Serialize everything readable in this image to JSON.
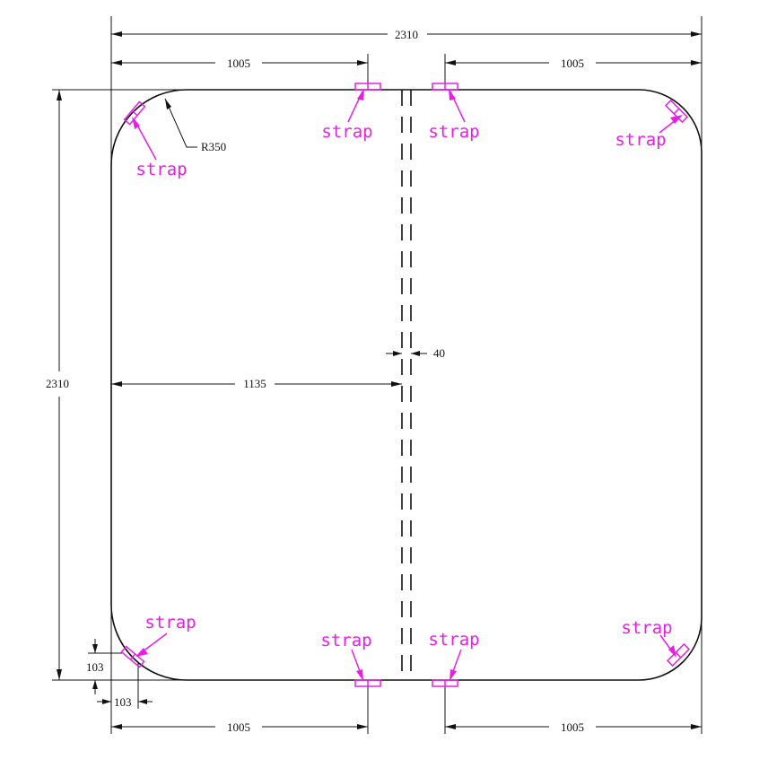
{
  "dimensions": {
    "overall_width": "2310",
    "overall_height": "2310",
    "top_left_span": "1005",
    "top_right_span": "1005",
    "bottom_left_span": "1005",
    "bottom_right_span": "1005",
    "seam_offset": "1135",
    "seam_gap": "40",
    "corner_radius": "R350",
    "strap_offset_vertical": "103",
    "strap_offset_horizontal": "103"
  },
  "strap_label": "strap",
  "colors": {
    "outline": "#111111",
    "strap": "#e81ee8",
    "background": "#ffffff"
  }
}
